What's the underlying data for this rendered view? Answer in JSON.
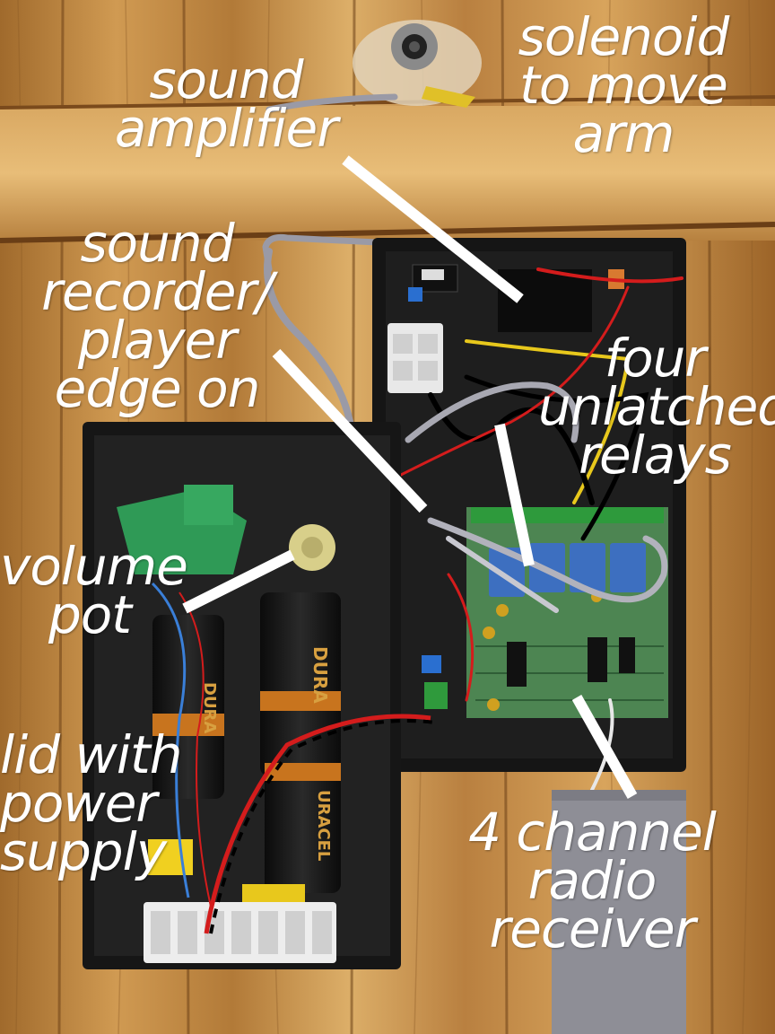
{
  "colors": {
    "wood_light": "#d9a85a",
    "wood_dark": "#8a5a24",
    "box": "#161616",
    "battery_orange": "#c8741e",
    "pcb_green": "#3f7a46",
    "relay_blue": "#3d6fc0",
    "duct_tape": "#8e8e96",
    "label_text": "#ffffff",
    "pointer": "#ffffff"
  },
  "labels": [
    {
      "id": "sound-amplifier",
      "text": "sound\namplifier"
    },
    {
      "id": "solenoid",
      "text": "solenoid\nto move\narm"
    },
    {
      "id": "sound-recorder",
      "text": "sound\nrecorder/\nplayer\nedge on"
    },
    {
      "id": "four-relays",
      "text": "four\nunlatched\nrelays"
    },
    {
      "id": "volume-pot",
      "text": "volume\npot"
    },
    {
      "id": "lid-power",
      "text": "lid with\npower\nsupply"
    },
    {
      "id": "radio-receiver",
      "text": "4 channel\nradio\nreceiver"
    }
  ],
  "battery_brands": [
    "DURA",
    "DURA",
    "URACEL"
  ]
}
